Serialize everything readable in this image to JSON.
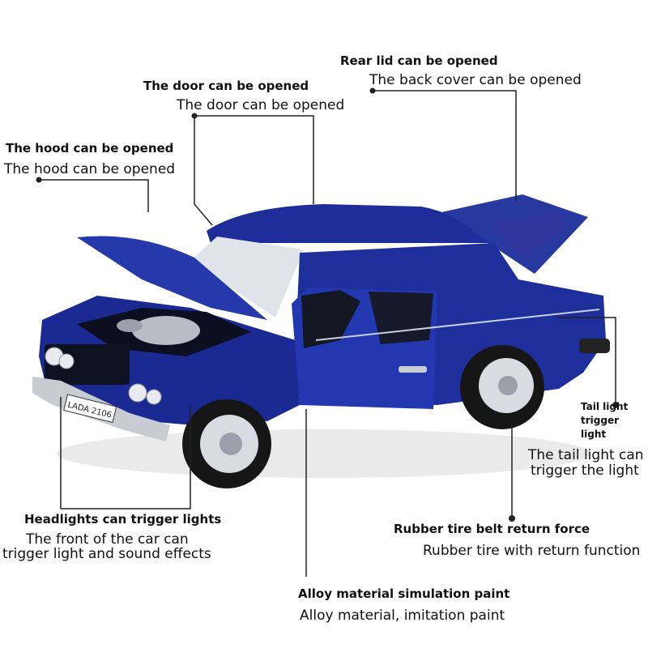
{
  "annotations": {
    "rear_lid": {
      "title": "Rear lid can be opened",
      "caption": "The back cover can be opened"
    },
    "door": {
      "title": "The door can be opened",
      "caption": "The door can be opened"
    },
    "hood": {
      "title": "The hood can be opened",
      "caption": "The hood can be opened"
    },
    "tail_light": {
      "title": "Tail light trigger light",
      "caption_line1": "The tail light can",
      "caption_line2": "trigger the light"
    },
    "headlights": {
      "title": "Headlights can trigger lights",
      "caption_line1": "The front of the car can",
      "caption_line2": "trigger light and sound effects"
    },
    "tire": {
      "title": "Rubber tire belt return force",
      "caption": "Rubber tire with return function"
    },
    "alloy": {
      "title": "Alloy material simulation paint",
      "caption": "Alloy material, imitation paint"
    }
  },
  "license_plate": "LADA 2106",
  "colors": {
    "body": "#1f2f9c",
    "body_light": "#2f43c2",
    "body_dark": "#0d175c",
    "chrome": "#cfd3d8",
    "line": "#222222"
  }
}
